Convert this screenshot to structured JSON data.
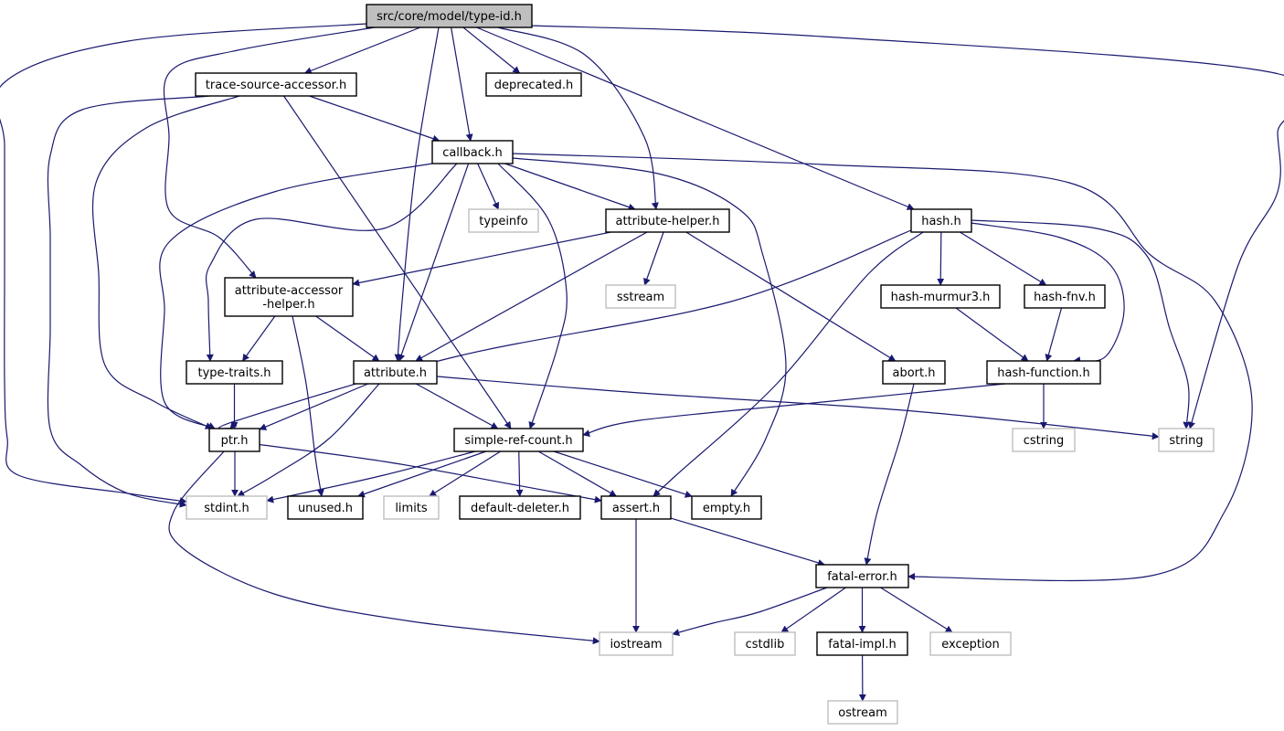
{
  "graph": {
    "nodes": [
      {
        "id": "type-id",
        "lines": [
          "src/core/model/type-id.h"
        ],
        "kind": "root"
      },
      {
        "id": "trace-source-accessor",
        "lines": [
          "trace-source-accessor.h"
        ],
        "kind": "doc"
      },
      {
        "id": "deprecated",
        "lines": [
          "deprecated.h"
        ],
        "kind": "doc"
      },
      {
        "id": "callback",
        "lines": [
          "callback.h"
        ],
        "kind": "doc"
      },
      {
        "id": "typeinfo",
        "lines": [
          "typeinfo"
        ],
        "kind": "ext"
      },
      {
        "id": "attribute-helper",
        "lines": [
          "attribute-helper.h"
        ],
        "kind": "doc"
      },
      {
        "id": "hash",
        "lines": [
          "hash.h"
        ],
        "kind": "doc"
      },
      {
        "id": "attribute-accessor-helper",
        "lines": [
          "attribute-accessor",
          "-helper.h"
        ],
        "kind": "doc"
      },
      {
        "id": "sstream",
        "lines": [
          "sstream"
        ],
        "kind": "ext"
      },
      {
        "id": "hash-murmur3",
        "lines": [
          "hash-murmur3.h"
        ],
        "kind": "doc"
      },
      {
        "id": "hash-fnv",
        "lines": [
          "hash-fnv.h"
        ],
        "kind": "doc"
      },
      {
        "id": "type-traits",
        "lines": [
          "type-traits.h"
        ],
        "kind": "doc"
      },
      {
        "id": "attribute",
        "lines": [
          "attribute.h"
        ],
        "kind": "doc"
      },
      {
        "id": "abort",
        "lines": [
          "abort.h"
        ],
        "kind": "doc"
      },
      {
        "id": "hash-function",
        "lines": [
          "hash-function.h"
        ],
        "kind": "doc"
      },
      {
        "id": "ptr",
        "lines": [
          "ptr.h"
        ],
        "kind": "doc"
      },
      {
        "id": "simple-ref-count",
        "lines": [
          "simple-ref-count.h"
        ],
        "kind": "doc"
      },
      {
        "id": "cstring",
        "lines": [
          "cstring"
        ],
        "kind": "ext"
      },
      {
        "id": "string",
        "lines": [
          "string"
        ],
        "kind": "ext"
      },
      {
        "id": "stdint",
        "lines": [
          "stdint.h"
        ],
        "kind": "ext"
      },
      {
        "id": "unused",
        "lines": [
          "unused.h"
        ],
        "kind": "doc"
      },
      {
        "id": "limits",
        "lines": [
          "limits"
        ],
        "kind": "ext"
      },
      {
        "id": "default-deleter",
        "lines": [
          "default-deleter.h"
        ],
        "kind": "doc"
      },
      {
        "id": "assert",
        "lines": [
          "assert.h"
        ],
        "kind": "doc"
      },
      {
        "id": "empty",
        "lines": [
          "empty.h"
        ],
        "kind": "doc"
      },
      {
        "id": "fatal-error",
        "lines": [
          "fatal-error.h"
        ],
        "kind": "doc"
      },
      {
        "id": "iostream",
        "lines": [
          "iostream"
        ],
        "kind": "ext"
      },
      {
        "id": "cstdlib",
        "lines": [
          "cstdlib"
        ],
        "kind": "ext"
      },
      {
        "id": "fatal-impl",
        "lines": [
          "fatal-impl.h"
        ],
        "kind": "doc"
      },
      {
        "id": "exception",
        "lines": [
          "exception"
        ],
        "kind": "ext"
      },
      {
        "id": "ostream",
        "lines": [
          "ostream"
        ],
        "kind": "ext"
      }
    ],
    "edges": [
      {
        "from": "type-id",
        "to": "trace-source-accessor"
      },
      {
        "from": "type-id",
        "to": "deprecated"
      },
      {
        "from": "type-id",
        "to": "callback"
      },
      {
        "from": "type-id",
        "to": "attribute-helper"
      },
      {
        "from": "type-id",
        "to": "hash"
      },
      {
        "from": "type-id",
        "to": "attribute-accessor-helper"
      },
      {
        "from": "type-id",
        "to": "attribute"
      },
      {
        "from": "type-id",
        "to": "string"
      },
      {
        "from": "type-id",
        "to": "stdint"
      },
      {
        "from": "trace-source-accessor",
        "to": "callback"
      },
      {
        "from": "trace-source-accessor",
        "to": "ptr"
      },
      {
        "from": "trace-source-accessor",
        "to": "simple-ref-count"
      },
      {
        "from": "trace-source-accessor",
        "to": "stdint"
      },
      {
        "from": "callback",
        "to": "typeinfo"
      },
      {
        "from": "callback",
        "to": "attribute-helper"
      },
      {
        "from": "callback",
        "to": "type-traits"
      },
      {
        "from": "callback",
        "to": "attribute"
      },
      {
        "from": "callback",
        "to": "ptr"
      },
      {
        "from": "callback",
        "to": "simple-ref-count"
      },
      {
        "from": "callback",
        "to": "empty"
      },
      {
        "from": "callback",
        "to": "fatal-error"
      },
      {
        "from": "attribute-helper",
        "to": "attribute-accessor-helper"
      },
      {
        "from": "attribute-helper",
        "to": "sstream"
      },
      {
        "from": "attribute-helper",
        "to": "attribute"
      },
      {
        "from": "attribute-helper",
        "to": "abort"
      },
      {
        "from": "hash",
        "to": "hash-murmur3"
      },
      {
        "from": "hash",
        "to": "hash-fnv"
      },
      {
        "from": "hash",
        "to": "hash-function"
      },
      {
        "from": "hash",
        "to": "string"
      },
      {
        "from": "hash",
        "to": "ptr"
      },
      {
        "from": "hash",
        "to": "assert"
      },
      {
        "from": "attribute-accessor-helper",
        "to": "type-traits"
      },
      {
        "from": "attribute-accessor-helper",
        "to": "attribute"
      },
      {
        "from": "attribute-accessor-helper",
        "to": "unused"
      },
      {
        "from": "hash-murmur3",
        "to": "hash-function"
      },
      {
        "from": "hash-fnv",
        "to": "hash-function"
      },
      {
        "from": "type-traits",
        "to": "ptr"
      },
      {
        "from": "attribute",
        "to": "ptr"
      },
      {
        "from": "attribute",
        "to": "simple-ref-count"
      },
      {
        "from": "attribute",
        "to": "string"
      },
      {
        "from": "attribute",
        "to": "stdint"
      },
      {
        "from": "abort",
        "to": "fatal-error"
      },
      {
        "from": "hash-function",
        "to": "cstring"
      },
      {
        "from": "hash-function",
        "to": "simple-ref-count"
      },
      {
        "from": "ptr",
        "to": "stdint"
      },
      {
        "from": "ptr",
        "to": "assert"
      },
      {
        "from": "ptr",
        "to": "iostream"
      },
      {
        "from": "simple-ref-count",
        "to": "stdint"
      },
      {
        "from": "simple-ref-count",
        "to": "unused"
      },
      {
        "from": "simple-ref-count",
        "to": "limits"
      },
      {
        "from": "simple-ref-count",
        "to": "default-deleter"
      },
      {
        "from": "simple-ref-count",
        "to": "assert"
      },
      {
        "from": "simple-ref-count",
        "to": "empty"
      },
      {
        "from": "assert",
        "to": "fatal-error"
      },
      {
        "from": "assert",
        "to": "iostream"
      },
      {
        "from": "fatal-error",
        "to": "iostream"
      },
      {
        "from": "fatal-error",
        "to": "cstdlib"
      },
      {
        "from": "fatal-error",
        "to": "fatal-impl"
      },
      {
        "from": "fatal-error",
        "to": "exception"
      },
      {
        "from": "fatal-impl",
        "to": "ostream"
      }
    ]
  },
  "colors": {
    "edge": "#191970",
    "root_fill": "#bfbfbf",
    "doc_stroke": "#000000",
    "ext_stroke": "#bfbfbf"
  }
}
